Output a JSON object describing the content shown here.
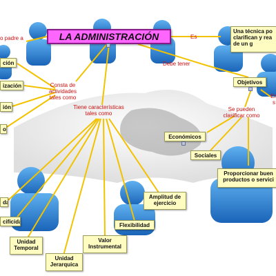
{
  "title": "LA ADMINISTRACIÓN",
  "nodes": {
    "tecnica": "Una técnica po clarifican y rea de un g",
    "objetivos": "Objetivos",
    "economicos": "Económicos",
    "sociales": "Sociales",
    "proporcionar": "Proporcionar buen productos o servici",
    "amplitud": "Amplitud de ejercicio",
    "flexibilidad": "Flexibilidad",
    "valor": "Valor Instrumental",
    "unidad_temporal": "Unidad Temporal",
    "unidad_jerarquica": "Unidad Jerarquica",
    "cificidad": "cificidad",
    "dad": "dad",
    "ol": "ol",
    "cion": "ción",
    "ion": "ión",
    "zacion": "ización"
  },
  "labels": {
    "padre": "o padre a",
    "es": "Es",
    "debe_tener": "Debe tener",
    "consta": "Consta de actividades tales como",
    "caracteristicas": "Tiene características tales como",
    "clasificar": "Se pueden clasificar como",
    "en": "En s"
  }
}
